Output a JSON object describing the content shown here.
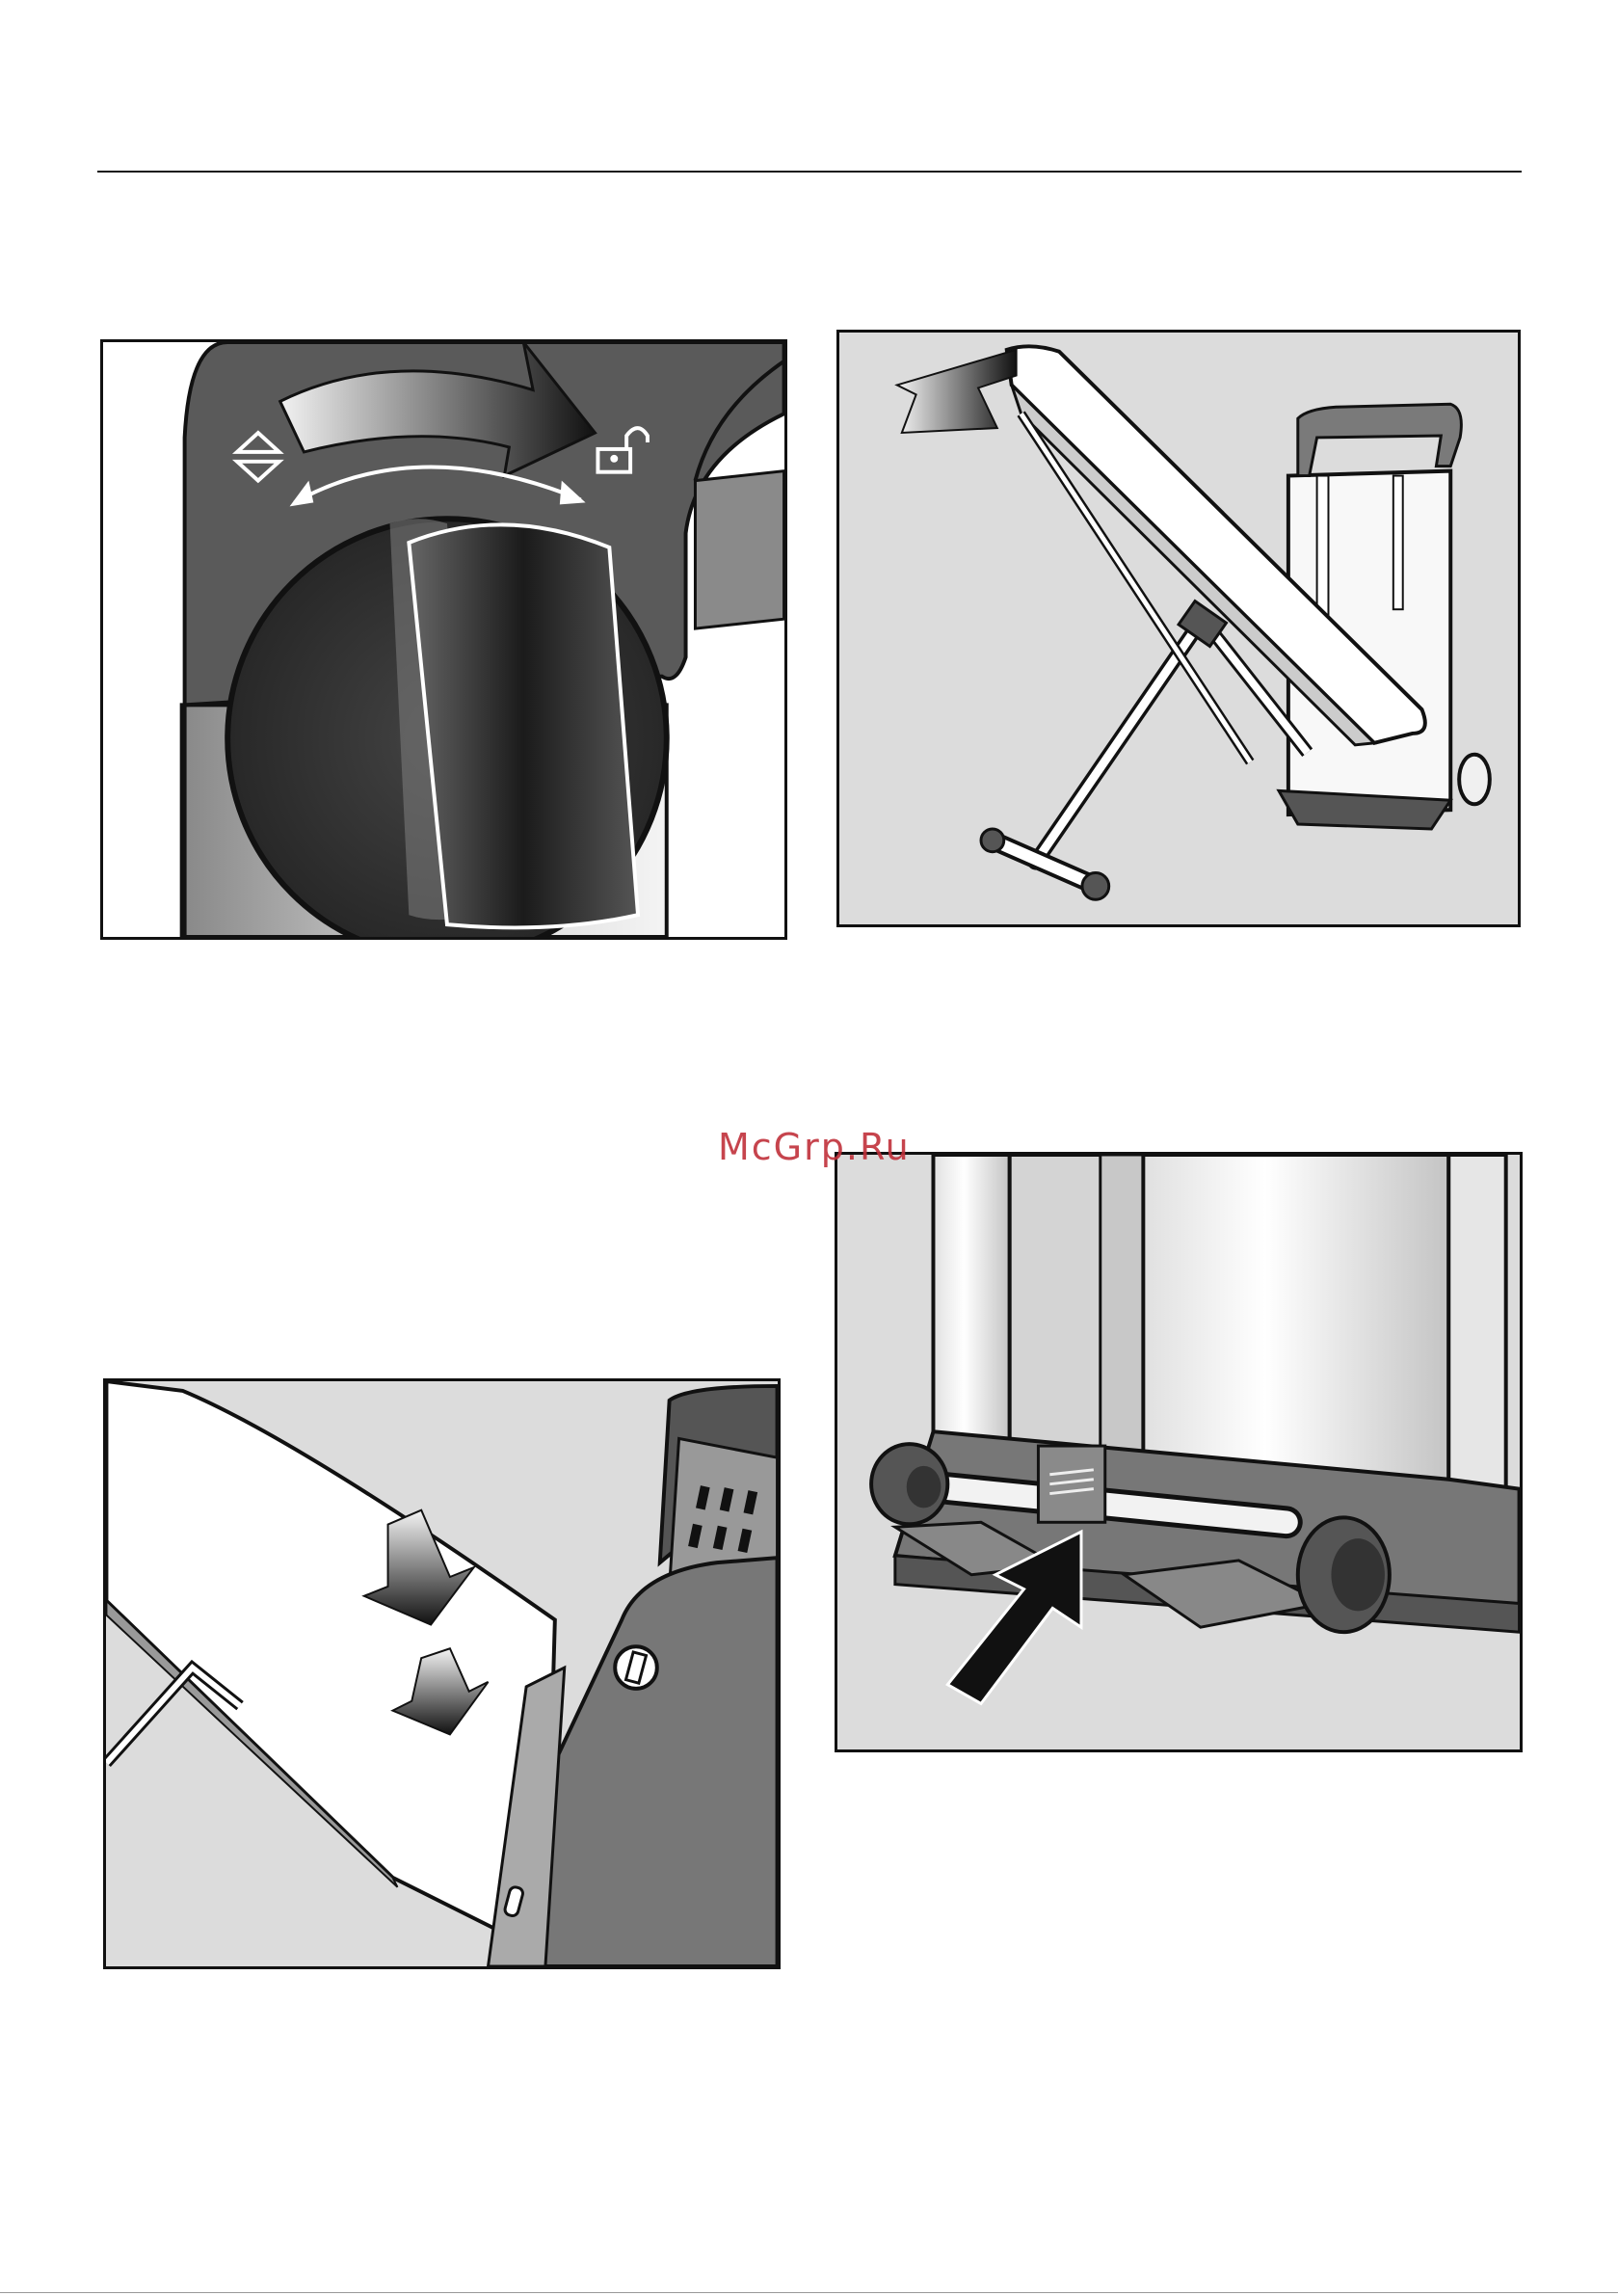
{
  "watermark": {
    "text": "McGrp.Ru",
    "color": "#c0303a"
  },
  "figures": [
    {
      "id": "fig-1",
      "icons": [
        "raise-lower-icon",
        "unlock-icon",
        "rotate-arrow-icon"
      ]
    },
    {
      "id": "fig-2",
      "icons": [
        "lift-arrow-icon"
      ]
    },
    {
      "id": "fig-3",
      "icons": [
        "press-down-arrow-icon"
      ]
    },
    {
      "id": "fig-4",
      "icons": [
        "push-arrow-icon"
      ]
    }
  ],
  "colors": {
    "panel_bg": "#dcdcdc",
    "dark_housing": "#5a5a5a",
    "outline": "#111111"
  }
}
